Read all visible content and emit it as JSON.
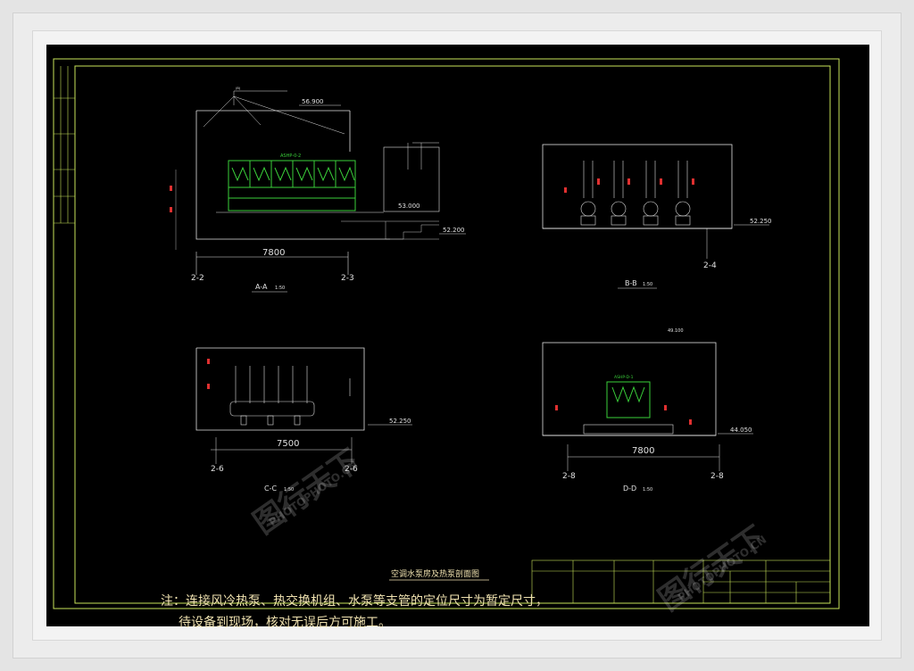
{
  "sections": {
    "aa": {
      "label": "A-A",
      "scale": "1:50",
      "dim": "7800",
      "grid_left": "2-2",
      "grid_right": "2-3",
      "elev_top": "56.900",
      "elev_mid": "53.000",
      "elev_right": "52.200"
    },
    "bb": {
      "label": "B-B",
      "scale": "1:50",
      "grid": "2-4",
      "elev_right": "52.250"
    },
    "cc": {
      "label": "C-C",
      "scale": "1:50",
      "dim": "7500",
      "grid_left": "2-6",
      "grid_right": "2-6",
      "elev_right": "52.250"
    },
    "dd": {
      "label": "D-D",
      "scale": "1:50",
      "dim": "7800",
      "grid_left": "2-8",
      "grid_right": "2-8",
      "elev_right": "44.050",
      "elev_top": "49.100"
    }
  },
  "note": {
    "line1": "注：连接风冷热泵、热交换机组、水泵等支管的定位尺寸为暂定尺寸，",
    "line2": "待设备到现场，核对无误后方可施工。"
  },
  "drawing_title": "空调水泵房及热泵剖面图",
  "watermark": {
    "logo": "图行天下",
    "site": "PHOTOPHOTO.CN"
  },
  "colors": {
    "background": "#000000",
    "border": "#c8e35a",
    "equipment": "#3ad03a",
    "text": "#f0e2b0",
    "pipe_red": "#e03030"
  }
}
